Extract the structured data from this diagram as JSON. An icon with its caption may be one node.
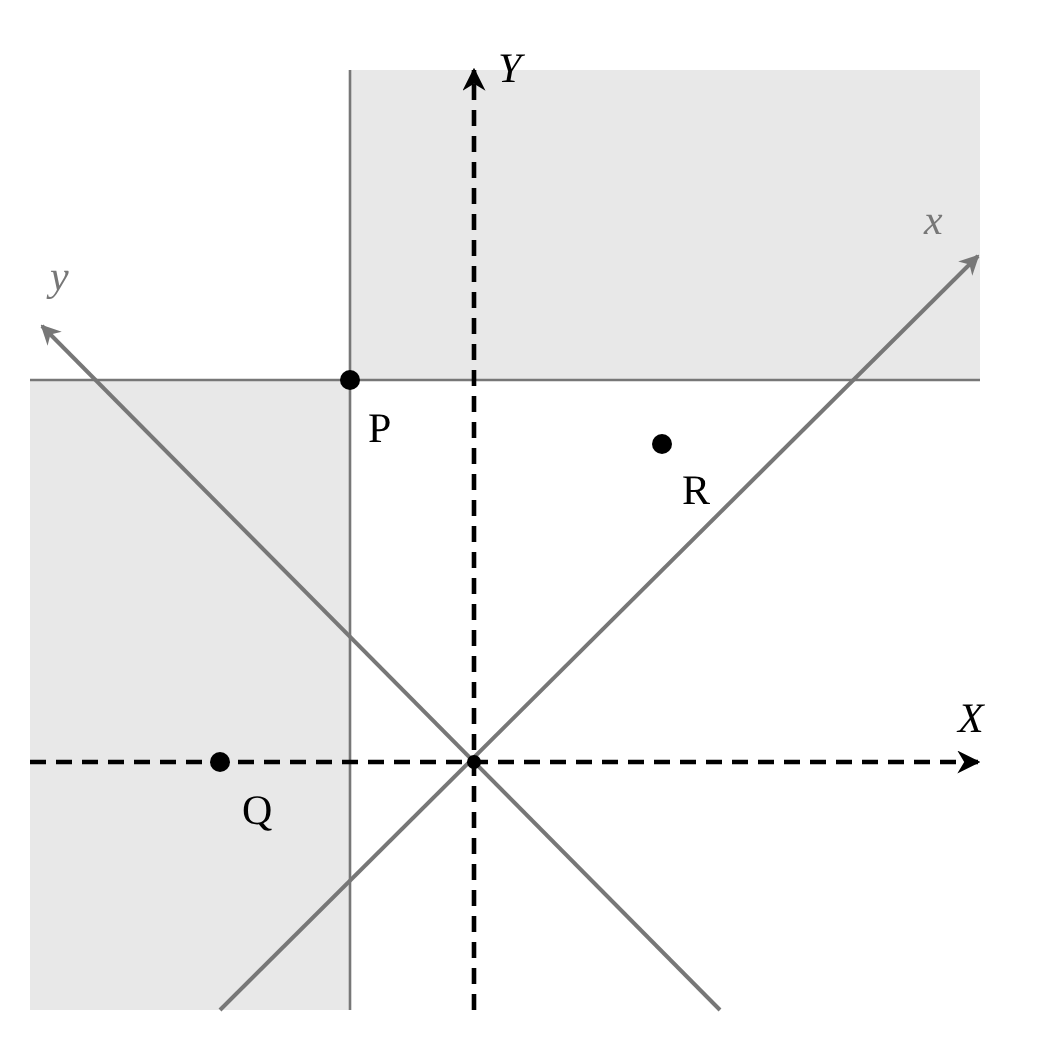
{
  "diagram": {
    "nodes": [
      {
        "text": [
          "P"
        ]
      },
      {
        "text": [
          "Q"
        ]
      },
      {
        "text": [
          "R"
        ]
      }
    ],
    "labels": [
      "Y",
      "x",
      "y",
      "X"
    ]
  }
}
